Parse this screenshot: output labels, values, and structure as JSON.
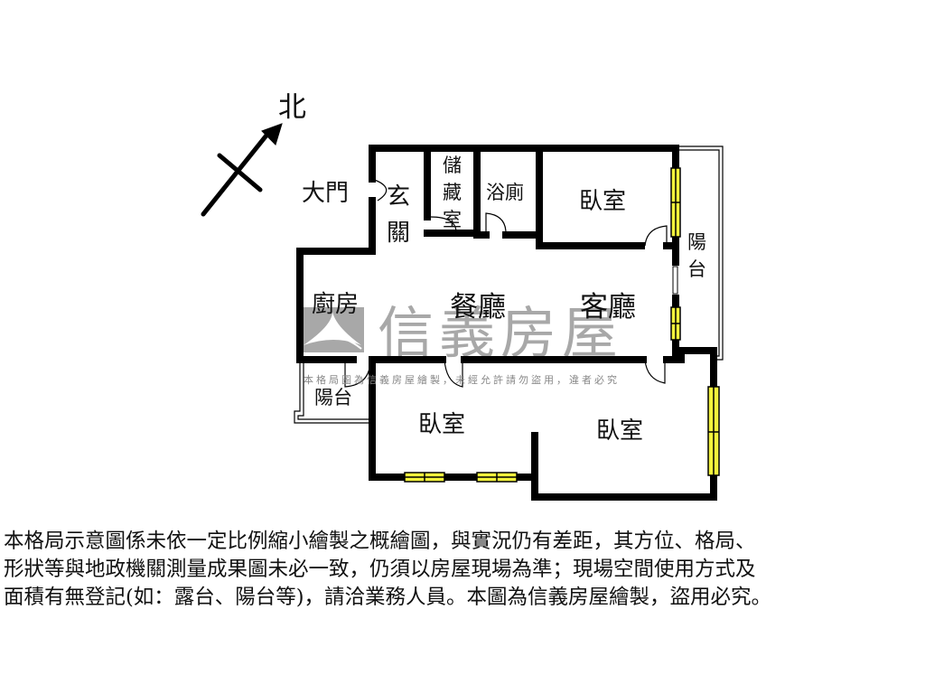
{
  "compass": {
    "north_label": "北",
    "icon": "north-arrow-icon"
  },
  "entrance": {
    "main_door_label": "大門"
  },
  "rooms": {
    "foyer": [
      "玄",
      "關"
    ],
    "storage": [
      "儲",
      "藏",
      "室"
    ],
    "bathroom": "浴廁",
    "bedroom_top": "臥室",
    "balcony_right": [
      "陽",
      "台"
    ],
    "kitchen": "廚房",
    "dining": "餐廳",
    "living": "客廳",
    "balcony_left": "陽台",
    "bedroom_bottom_left": "臥室",
    "bedroom_bottom_right": "臥室"
  },
  "watermark": {
    "brand": "信義房屋",
    "notice": "本格局圖為信義房屋繪製，未經允許請勿盜用，違者必究",
    "colors": {
      "logo": "#a8a8a8",
      "text": "#9a9a9a"
    }
  },
  "colors": {
    "wall": "#000000",
    "window_fill": "#f2f23c",
    "background": "#ffffff"
  },
  "disclaimer": {
    "lines": [
      "本格局示意圖係未依一定比例縮小繪製之概繪圖，與實況仍有差距，其方位、格局、",
      "形狀等與地政機關測量成果圖未必一致，仍須以房屋現場為準；現場空間使用方式及",
      "面積有無登記(如：露台、陽台等)，請洽業務人員。本圖為信義房屋繪製，盜用必究。"
    ]
  }
}
